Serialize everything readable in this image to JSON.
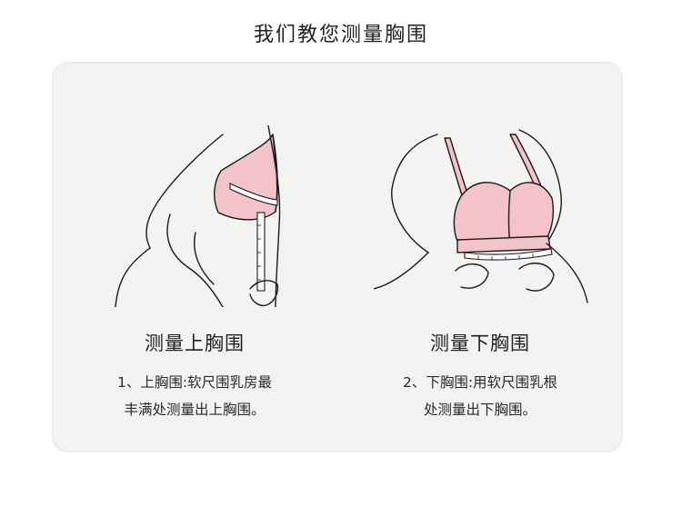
{
  "page": {
    "title": "我们教您测量胸围"
  },
  "sections": [
    {
      "title": "测量上胸围",
      "desc_line1": "1、上胸围:软尺围乳房最",
      "desc_line2": "丰满处测量出上胸围。"
    },
    {
      "title": "测量下胸围",
      "desc_line1": "2、下胸围:用软尺围乳根",
      "desc_line2": "处测量出下胸围。"
    }
  ],
  "colors": {
    "card_background": "#f3f3f1",
    "bra_pink": "#f4c3c9",
    "outline": "#1a1a1a"
  }
}
